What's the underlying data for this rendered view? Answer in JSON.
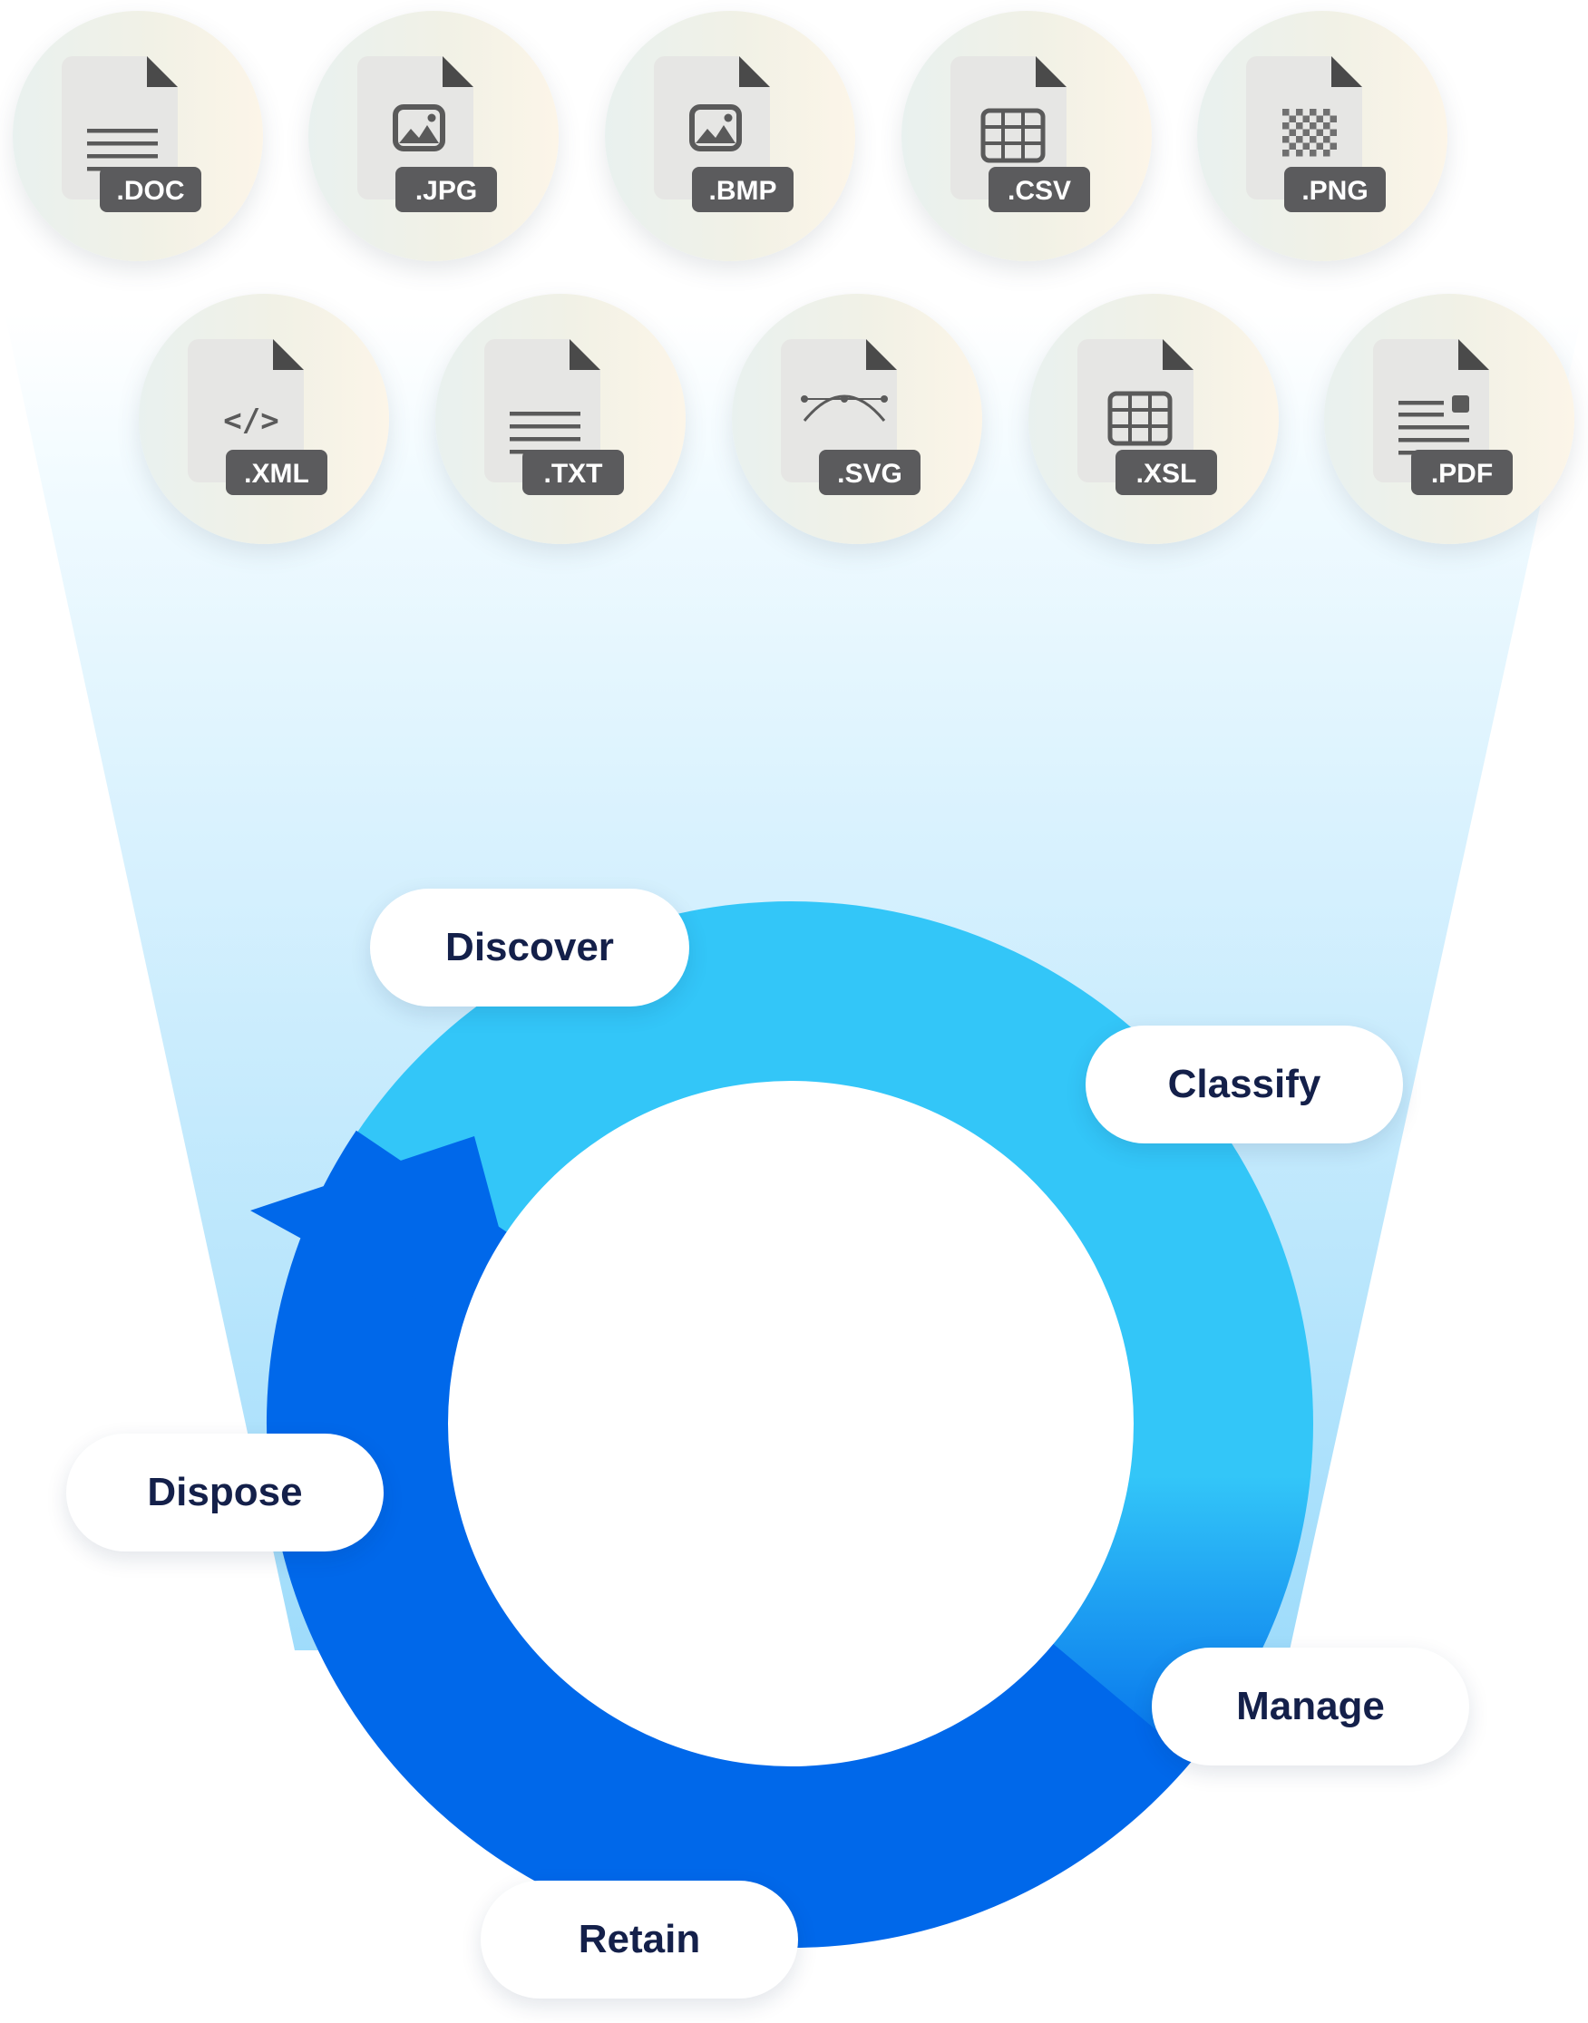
{
  "colors": {
    "ring_light": "#33c6f8",
    "ring_dark": "#0068ea",
    "funnel_top": "#f2fbff",
    "funnel_bottom": "#9fdcfb",
    "badge_bg": "#5b5b5d",
    "doc_body": "#e6e6e4",
    "pill_text": "#14204a"
  },
  "file_types": {
    "row1": [
      {
        "ext": ".DOC",
        "icon": "lines-icon"
      },
      {
        "ext": ".JPG",
        "icon": "image-icon"
      },
      {
        "ext": ".BMP",
        "icon": "image-icon"
      },
      {
        "ext": ".CSV",
        "icon": "table-icon"
      },
      {
        "ext": ".PNG",
        "icon": "checkerboard-icon"
      }
    ],
    "row2": [
      {
        "ext": ".XML",
        "icon": "code-icon"
      },
      {
        "ext": ".TXT",
        "icon": "lines-icon"
      },
      {
        "ext": ".SVG",
        "icon": "bezier-curve-icon"
      },
      {
        "ext": ".XSL",
        "icon": "table-icon"
      },
      {
        "ext": ".PDF",
        "icon": "pdf-lines-icon"
      }
    ]
  },
  "lifecycle": {
    "stages": [
      "Discover",
      "Classify",
      "Manage",
      "Retain",
      "Dispose"
    ]
  }
}
